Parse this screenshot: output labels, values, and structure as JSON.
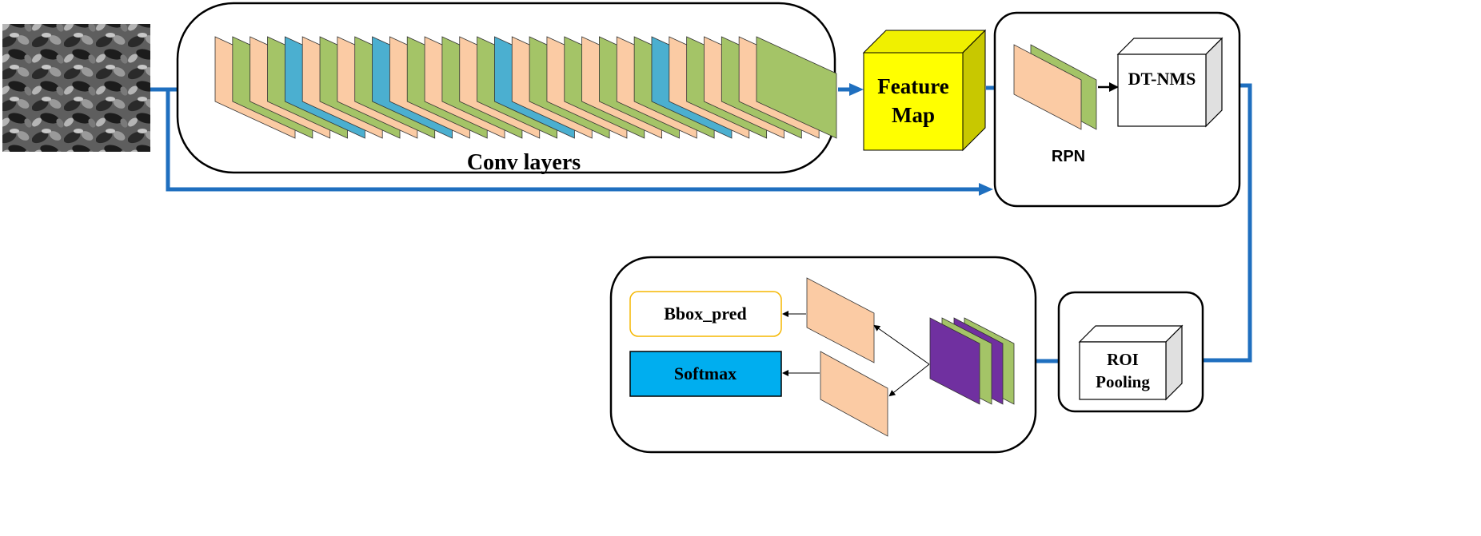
{
  "labels": {
    "conv_layers": "Conv layers",
    "feature_map_line1": "Feature",
    "feature_map_line2": "Map",
    "dt_nms": "DT-NMS",
    "rpn": "RPN",
    "roi_line1": "ROI",
    "roi_line2": "Pooling",
    "bbox_pred": "Bbox_pred",
    "softmax": "Softmax"
  },
  "colors": {
    "peach": "#FBCBA4",
    "green": "#A4C467",
    "blue": "#4BAFD0",
    "purple": "#7030A0",
    "feature_front": "#FFFF00",
    "feature_top": "#F0F000",
    "feature_side": "#C8C800",
    "arrow_blue": "#1F6FBF",
    "softmax_fill": "#00AEEF",
    "bbox_border": "#F5B700",
    "cube_side": "#E0E0E0"
  },
  "conv_layer_sequence": [
    "peach",
    "green",
    "peach",
    "green",
    "blue",
    "peach",
    "green",
    "peach",
    "green",
    "blue",
    "peach",
    "green",
    "peach",
    "green",
    "peach",
    "green",
    "blue",
    "peach",
    "green",
    "peach",
    "green",
    "peach",
    "green",
    "peach",
    "green",
    "blue",
    "peach",
    "green",
    "peach",
    "green",
    "peach",
    "green"
  ],
  "input_image": "black fungus photo"
}
